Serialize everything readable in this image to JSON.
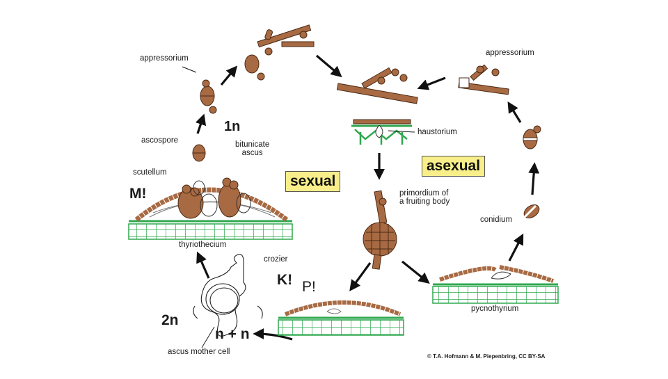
{
  "labels": {
    "appressorium_left": "appressorium",
    "appressorium_right": "appressorium",
    "ascospore": "ascospore",
    "one_n": "1n",
    "bitunicate_ascus": "bitunicate\nascus",
    "scutellum": "scutellum",
    "m_mark": "M!",
    "thyriothecium": "thyriothecium",
    "crozier": "crozier",
    "k_mark": "K!",
    "p_mark": "P!",
    "two_n": "2n",
    "n_plus_n": "n + n",
    "ascus_mother_cell": "ascus mother cell",
    "haustorium": "haustorium",
    "sexual": "sexual",
    "asexual": "asexual",
    "primordium": "primordium of\na fruiting body",
    "conidium": "conidium",
    "pycnothyrium": "pycnothyrium",
    "credit": "© T.A. Hofmann & M. Piepenbring, CC BY-SA"
  },
  "colors": {
    "hypha": "#a86a43",
    "hypha_dark": "#4a2a14",
    "host": "#2fa84f",
    "label_box": "#f8ef8a",
    "arrow": "#111111"
  }
}
